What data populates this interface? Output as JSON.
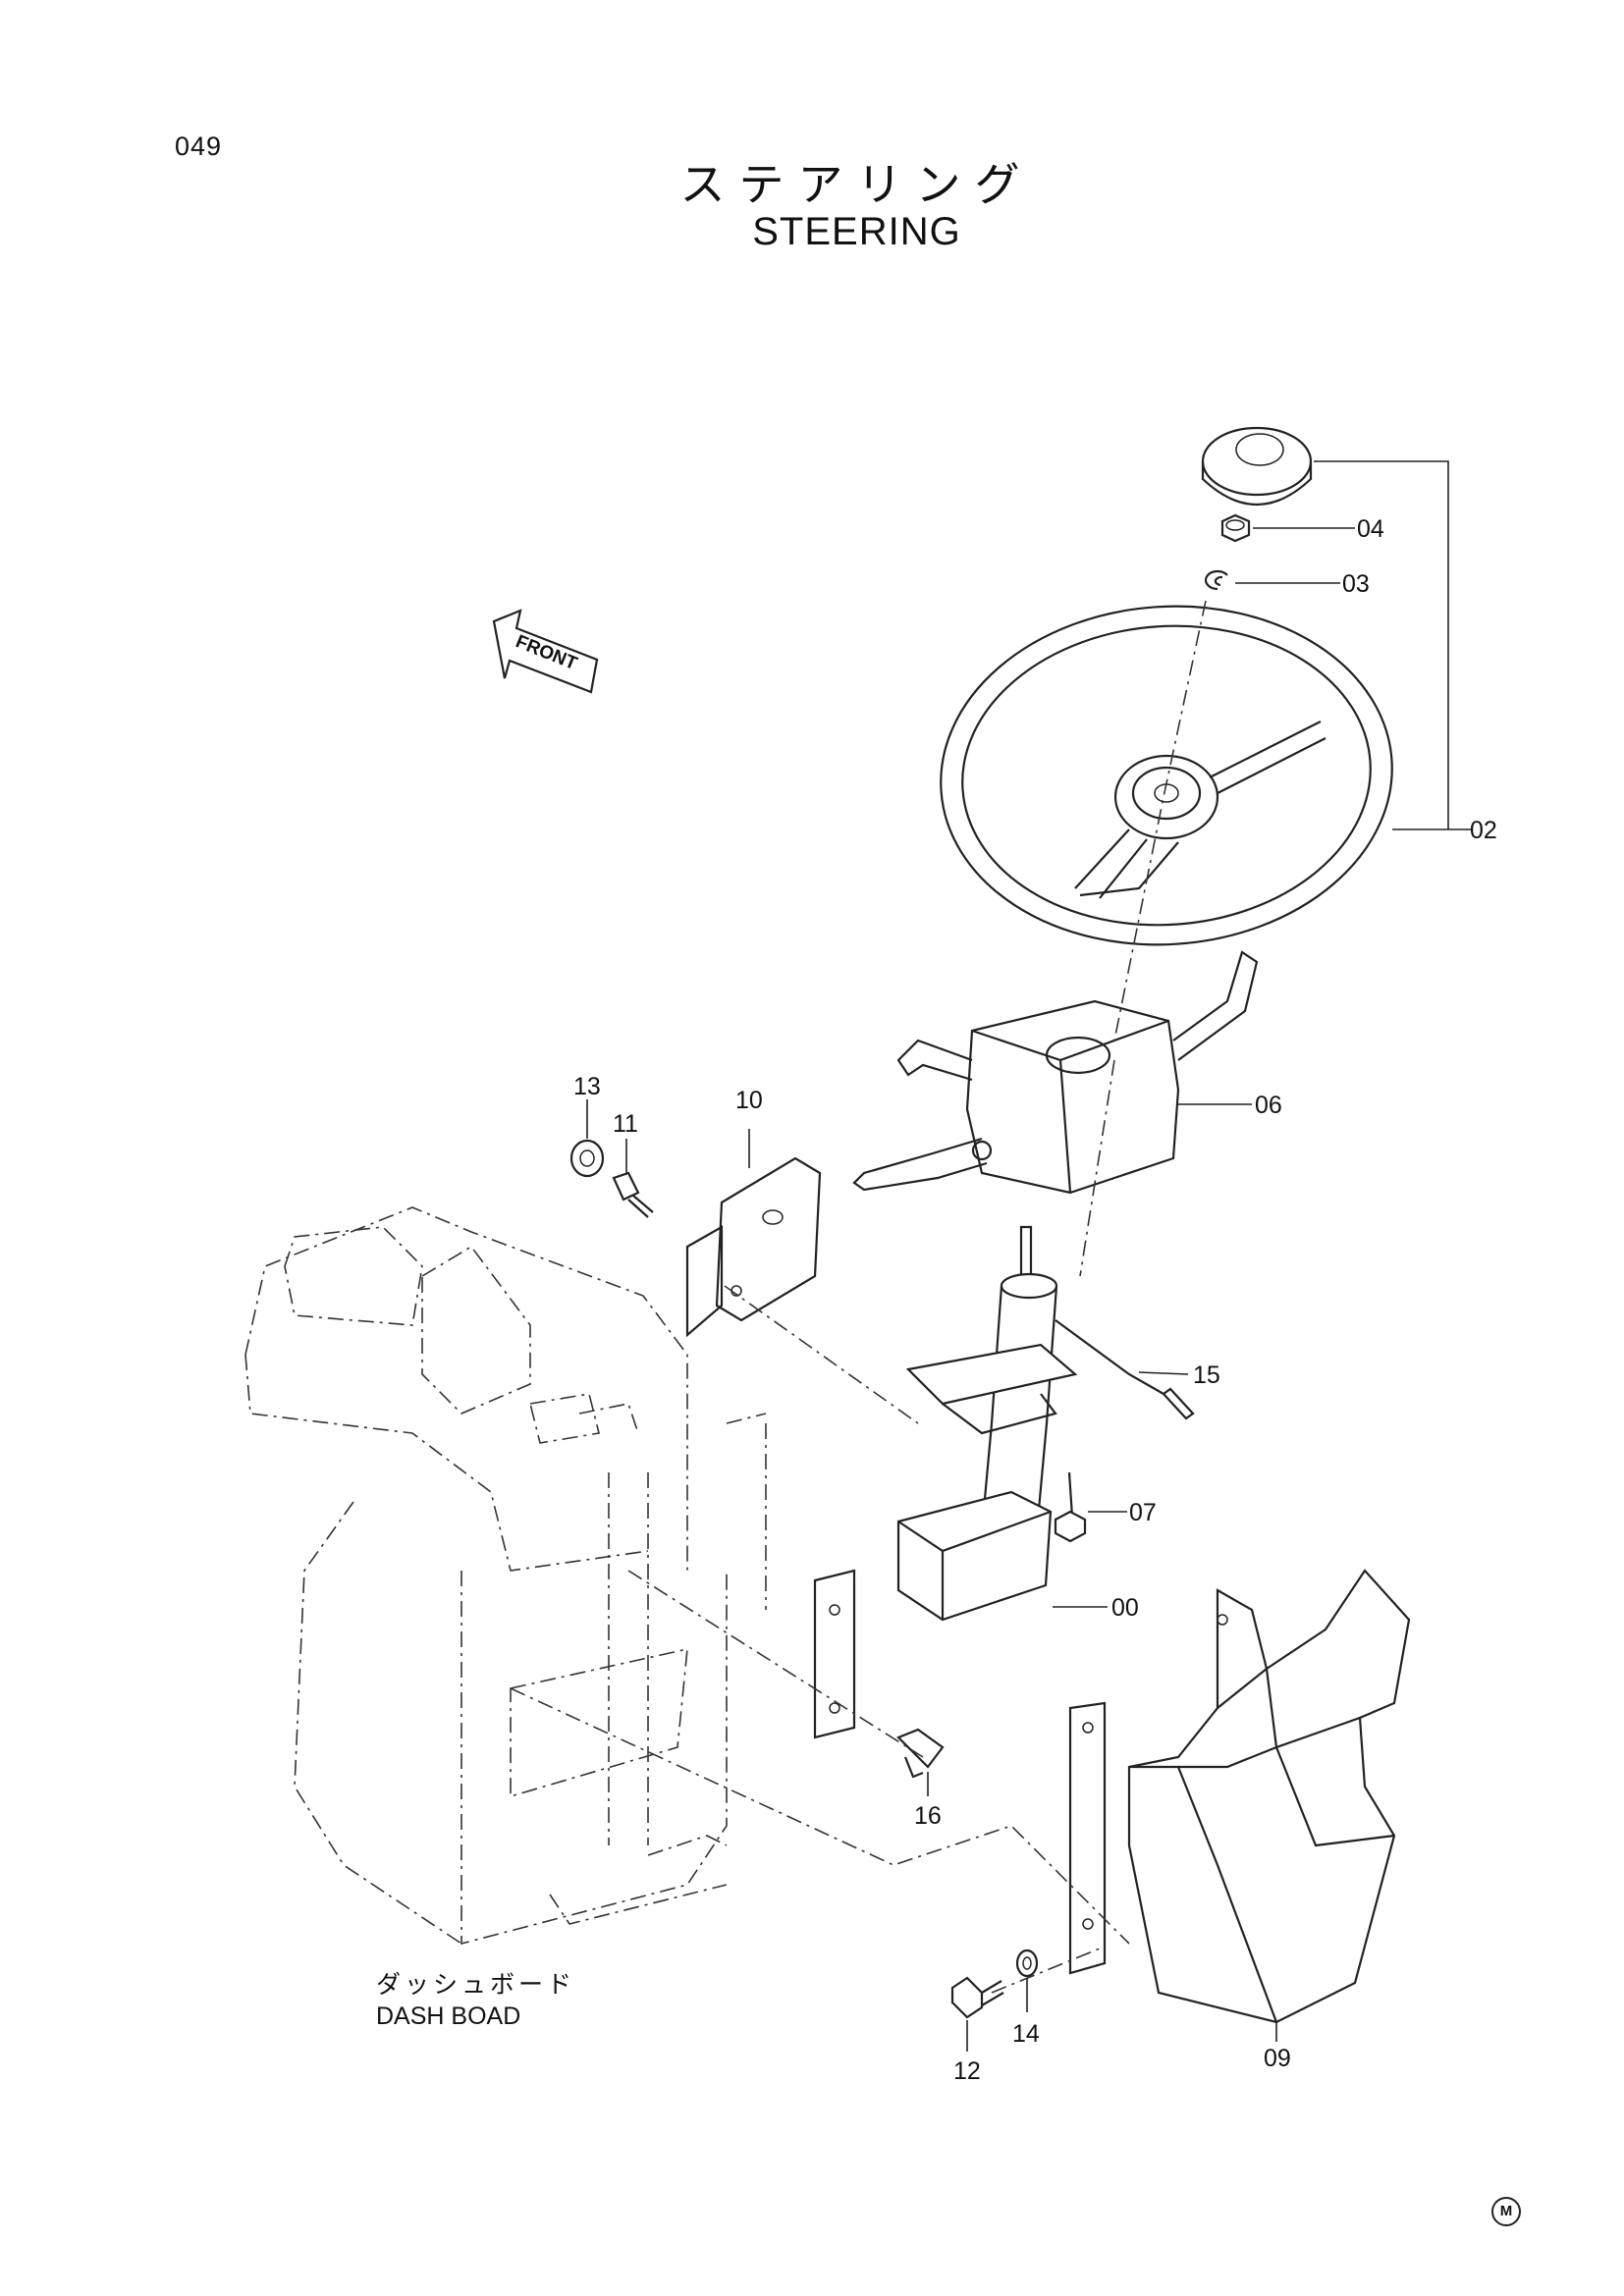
{
  "header": {
    "page_number": "049",
    "title_jp": "ステアリング",
    "title_en": "STEERING"
  },
  "diagram": {
    "front_arrow_label": "FRONT",
    "dash_board_label_jp": "ダッシュボード",
    "dash_board_label_en": "DASH BOAD",
    "part_callouts": {
      "p00": "00",
      "p02": "02",
      "p03": "03",
      "p04": "04",
      "p06": "06",
      "p07": "07",
      "p09": "09",
      "p10": "10",
      "p11": "11",
      "p12": "12",
      "p13": "13",
      "p14": "14",
      "p15": "15",
      "p16": "16"
    }
  },
  "footer": {
    "mark": "M"
  }
}
